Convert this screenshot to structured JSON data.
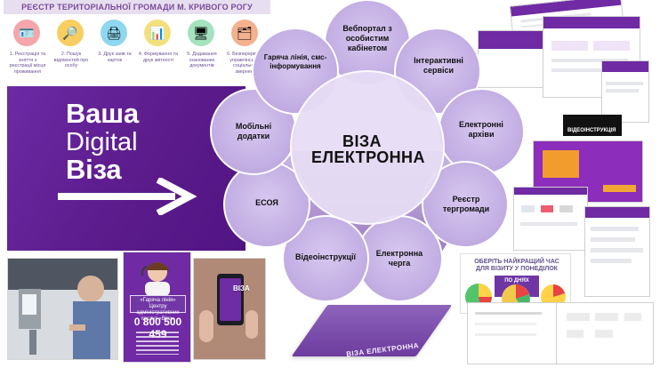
{
  "registry": {
    "title": "РЕЄСТР ТЕРИТОРІАЛЬНОЇ ГРОМАДИ М. КРИВОГО РОГУ",
    "steps": [
      "1. Реєстрація та зняття з реєстрації місця проживання",
      "2. Пошук відомостей про особу",
      "3. Друк заяв та карток",
      "4. Формування та друк звітності",
      "5. Додавання сканованих документів",
      "6. Безперервний управлінський соціальних звернень"
    ]
  },
  "hero": {
    "line1": "Ваша",
    "line2": "Digital",
    "line3": "Віза"
  },
  "wheel": {
    "center_line1": "ВІЗА",
    "center_line2": "ЕЛЕКТРОННА",
    "items": [
      "Вебпортал з особистим кабінетом",
      "Інтерактивні сервіси",
      "Електронні архіви",
      "Реєстр тергромади",
      "Електронна черга",
      "Відеоінструкції",
      "ЕСОЯ",
      "Мобільні додатки",
      "Гаряча лінія, смс-інформування"
    ],
    "phone_label": "ВІЗА ЕЛЕКТРОННА"
  },
  "hotline": {
    "badge": "«Гаряча лінія» Центру адміністративних послуг «Віза»",
    "number": "0 800 500 459"
  },
  "phone_photo": {
    "brand": "ВІЗА"
  },
  "screens": {
    "video_label": "ВІДЕОІНСТРУКЦІЯ",
    "chart_title": "ОБЕРІТЬ НАЙКРАЩИЙ ЧАС ДЛЯ ВІЗИТУ У ПОНЕДІЛОК",
    "chart_subtitle": "ПО ДНЯХ ТИЖНЯ"
  },
  "colors": {
    "brand": "#6a2a9e",
    "bubble": "#c9b6e6",
    "bubble_border": "#ffffff",
    "icon_accent": "#f08b2d"
  }
}
